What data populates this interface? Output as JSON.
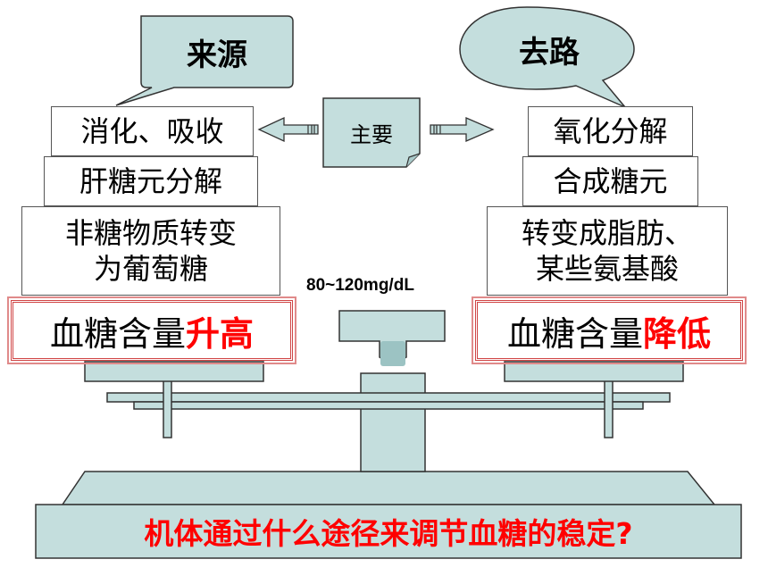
{
  "sources": {
    "title": "来源",
    "items": [
      "消化、吸收",
      "肝糖元分解"
    ],
    "multi_line": [
      "非糖物质转变",
      "为葡萄糖"
    ],
    "result_prefix": "血糖含量",
    "result_highlight": "升高"
  },
  "sinks": {
    "title": "去路",
    "items": [
      "氧化分解",
      "合成糖元"
    ],
    "multi_line": [
      "转变成脂肪、",
      "某些氨基酸"
    ],
    "result_prefix": "血糖含量",
    "result_highlight": "降低"
  },
  "center_note": "主要",
  "normal_range": "80~120mg/dL",
  "question": "机体通过什么途径来调节血糖的稳定?",
  "colors": {
    "scale_fill": "#c4dedd",
    "scale_stroke": "#333333",
    "highlight_red": "#ff0000"
  }
}
